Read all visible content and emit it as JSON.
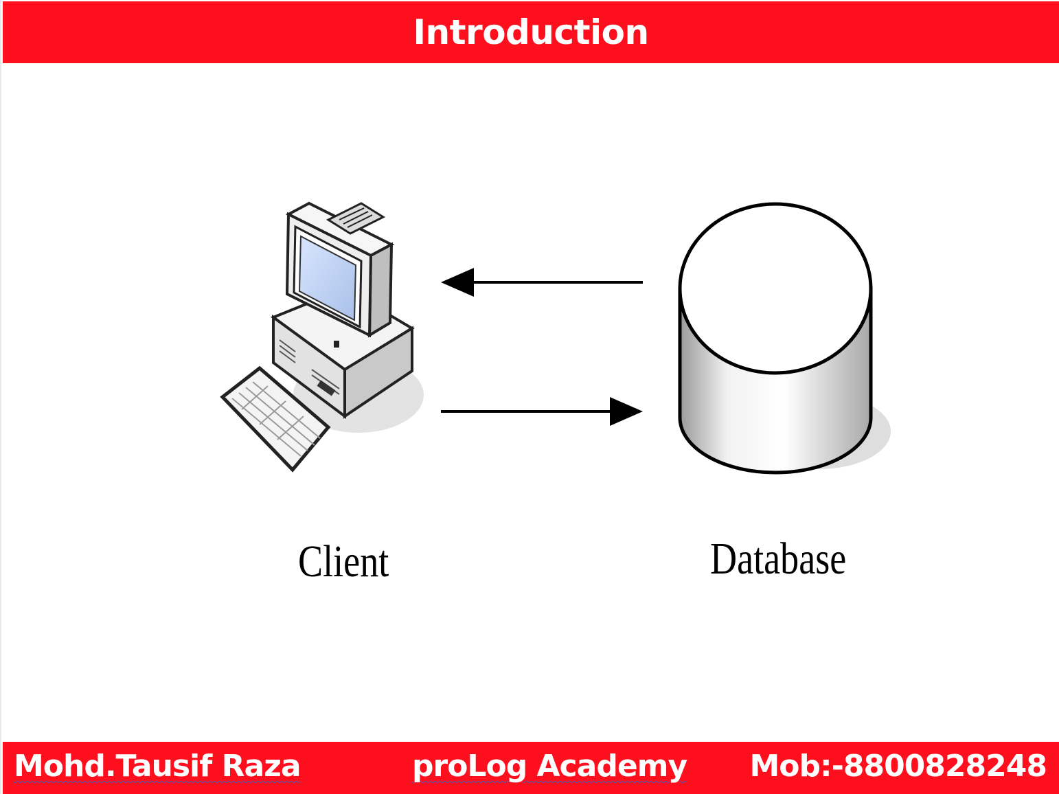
{
  "header": {
    "title": "Introduction"
  },
  "diagram": {
    "nodes": [
      {
        "id": "client",
        "label": "Client",
        "icon": "desktop-computer-icon"
      },
      {
        "id": "database",
        "label": "Database",
        "icon": "database-cylinder-icon"
      }
    ],
    "edges": [
      {
        "from": "database",
        "to": "client"
      },
      {
        "from": "client",
        "to": "database"
      }
    ]
  },
  "footer": {
    "author": "Mohd.Tausif Raza",
    "academy": "proLog Academy",
    "mobile": "Mob:-8800828248"
  },
  "colors": {
    "banner": "#fd0f1e",
    "text_on_banner": "#ffffff"
  }
}
